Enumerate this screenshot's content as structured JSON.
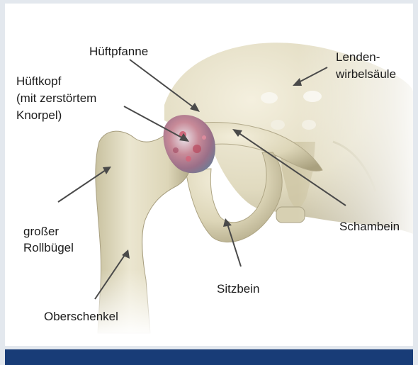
{
  "labels": {
    "hueftpfanne": "Hüftpfanne",
    "lenden_line1": "Lenden-",
    "lenden_line2": "wirbelsäule",
    "hueftkopf_line1": "Hüftkopf",
    "hueftkopf_line2": "(mit zerstörtem",
    "hueftkopf_line3": "Knorpel)",
    "grosser_line1": "großer",
    "grosser_line2": "Rollbügel",
    "schambein": "Schambein",
    "sitzbein": "Sitzbein",
    "oberschenkel": "Oberschenkel"
  },
  "colors": {
    "frame": "#e3e8ee",
    "panel": "#ffffff",
    "bottom_bar": "#183c77",
    "bone": "#e3ddc2",
    "bone_shadow": "#b8b091",
    "leader_line": "#4a4a4a",
    "damaged_cartilage": "#c0566a"
  }
}
